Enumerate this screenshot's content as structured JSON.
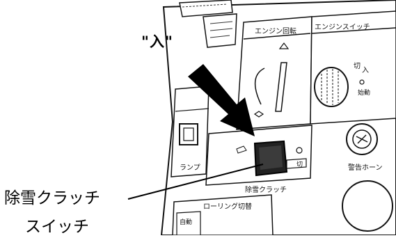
{
  "callouts": {
    "on_position": "\"入\"",
    "switch_label_line1": "除雪クラッチ",
    "switch_label_line2": "スイッチ"
  },
  "panel": {
    "engine_speed": "エンジン回転",
    "engine_switch": "エンジンスイッチ",
    "key_off": "切",
    "key_on": "入",
    "key_start": "始動",
    "lamp": "ランプ",
    "clutch_panel_label": "除雪クラッチ",
    "clutch_off": "切",
    "horn": "警告ホーン",
    "rolling_switch": "ローリング切替",
    "auto": "自動"
  }
}
